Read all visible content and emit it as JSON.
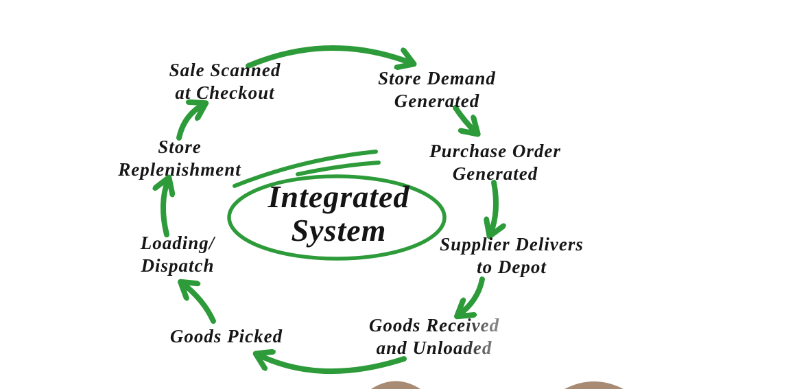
{
  "diagram": {
    "center": {
      "label": "Integrated\nSystem"
    },
    "steps": [
      {
        "id": "sale-scanned-at-checkout",
        "label": "Sale Scanned\nat Checkout"
      },
      {
        "id": "store-demand-generated",
        "label": "Store Demand\nGenerated"
      },
      {
        "id": "purchase-order-generated",
        "label": "Purchase Order\nGenerated"
      },
      {
        "id": "supplier-delivers-to-depot",
        "label": "Supplier Delivers\nto Depot"
      },
      {
        "id": "goods-received-unloaded",
        "label": "Goods Received\nand Unloaded"
      },
      {
        "id": "goods-picked",
        "label": "Goods Picked"
      },
      {
        "id": "loading-dispatch",
        "label": "Loading/\nDispatch"
      },
      {
        "id": "store-replenishment",
        "label": "Store\nReplenishment"
      }
    ],
    "colors": {
      "arrow_green": "#2e9b3a",
      "text_black": "#161616",
      "finger_tan": "#a98b73",
      "background": "#ffffff"
    }
  }
}
